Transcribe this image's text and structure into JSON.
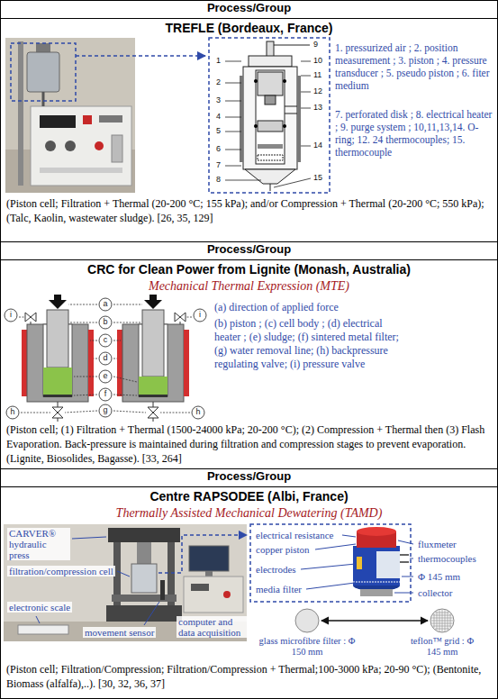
{
  "diagram": {
    "nodes": [
      {
        "text": [
          "Process/Group",
          "TREFLE (Bordeaux, France)",
          "(Piston cell; Filtration + Thermal (20-200 °C; 155 kPa); and/or Compression + Thermal (20-200 °C; 550 kPa); (Talc, Kaolin, wastewater sludge). [26, 35, 129]"
        ]
      },
      {
        "text": [
          "Process/Group",
          "CRC for Clean Power from Lignite (Monash, Australia)",
          "Mechanical Thermal Expression (MTE)",
          "(Piston cell; (1) Filtration + Thermal (1500-24000 kPa; 20-200 °C); (2) Compression + Thermal then (3) Flash Evaporation. Back-pressure is maintained during filtration and compression stages to prevent evaporation. (Lignite, Biosolides, Bagasse). [33, 264]"
        ]
      },
      {
        "text": [
          "Process/Group",
          "Centre RAPSODEE (Albi, France)",
          "Thermally Assisted Mechanical Dewatering (TAMD)",
          "(Piston cell; Filtration/Compression; Filtration/Compression + Thermal;100-3000 kPa; 20-90 °C); (Bentonite, Biomass (alfalfa),..). [30, 32, 36, 37]"
        ]
      },
      {
        "text": [
          "glass microfibre filter : Φ 150 mm"
        ],
        "in": 2
      },
      {
        "text": [
          "teflon™ grid : Φ 145 mm"
        ],
        "in": 2
      }
    ],
    "edges": [
      {
        "from": 3,
        "to": 4,
        "arrow": "both"
      }
    ],
    "labels": [
      "9",
      "1",
      "10",
      "11",
      "2",
      "12",
      "3",
      "13",
      "4",
      "5",
      "6",
      "14",
      "7",
      "8",
      "15",
      "1. pressurized air ; 2. position measurement ; 3. piston ; 4. pressure transducer ; 5. pseudo piston ; 6. fiter medium",
      "7. perforated disk ; 8. electrical heater ; 9. purge system ; 10,11,13,14. O-ring; 12. 24 thermocouples; 15. thermocouple",
      "a",
      "i",
      "b",
      "i",
      "c",
      "d",
      "e",
      "f",
      "h",
      "h",
      "g",
      "(a) direction of applied force",
      "(b) piston ; (c) cell body ; (d) electrical heater ; (e) sludge; (f) sintered metal filter; (g) water removal line; (h) backpressure regulating valve; (i) pressure valve",
      "CARVER® hydraulic press",
      "filtration/compression cell",
      "electronic scale",
      "movement sensor",
      "computer and data acquisition",
      "electrical resistance",
      "copper piston",
      "fluxmeter",
      "thermocouples",
      "electrodes",
      "Φ 145 mm",
      "media filter",
      "collector"
    ]
  }
}
